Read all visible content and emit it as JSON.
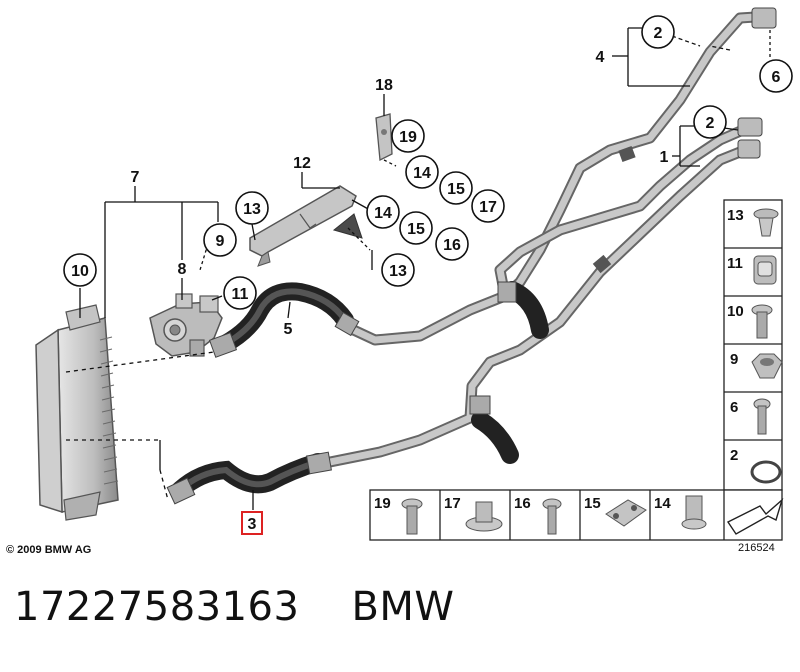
{
  "diagram": {
    "copyright": "© 2009 BMW AG",
    "diagram_number": "216524",
    "highlighted_part": "3",
    "callouts": [
      "1",
      "2",
      "2",
      "3",
      "4",
      "5",
      "6",
      "7",
      "8",
      "9",
      "10",
      "11",
      "12",
      "13",
      "13",
      "14",
      "14",
      "15",
      "15",
      "16",
      "17",
      "18",
      "19"
    ],
    "parts_legend": {
      "right_column": [
        "13",
        "11",
        "10",
        "9",
        "6",
        "2"
      ],
      "bottom_row": [
        "19",
        "17",
        "16",
        "15",
        "14"
      ]
    }
  },
  "footer": {
    "part_number": "17227583163",
    "brand": "BMW"
  }
}
